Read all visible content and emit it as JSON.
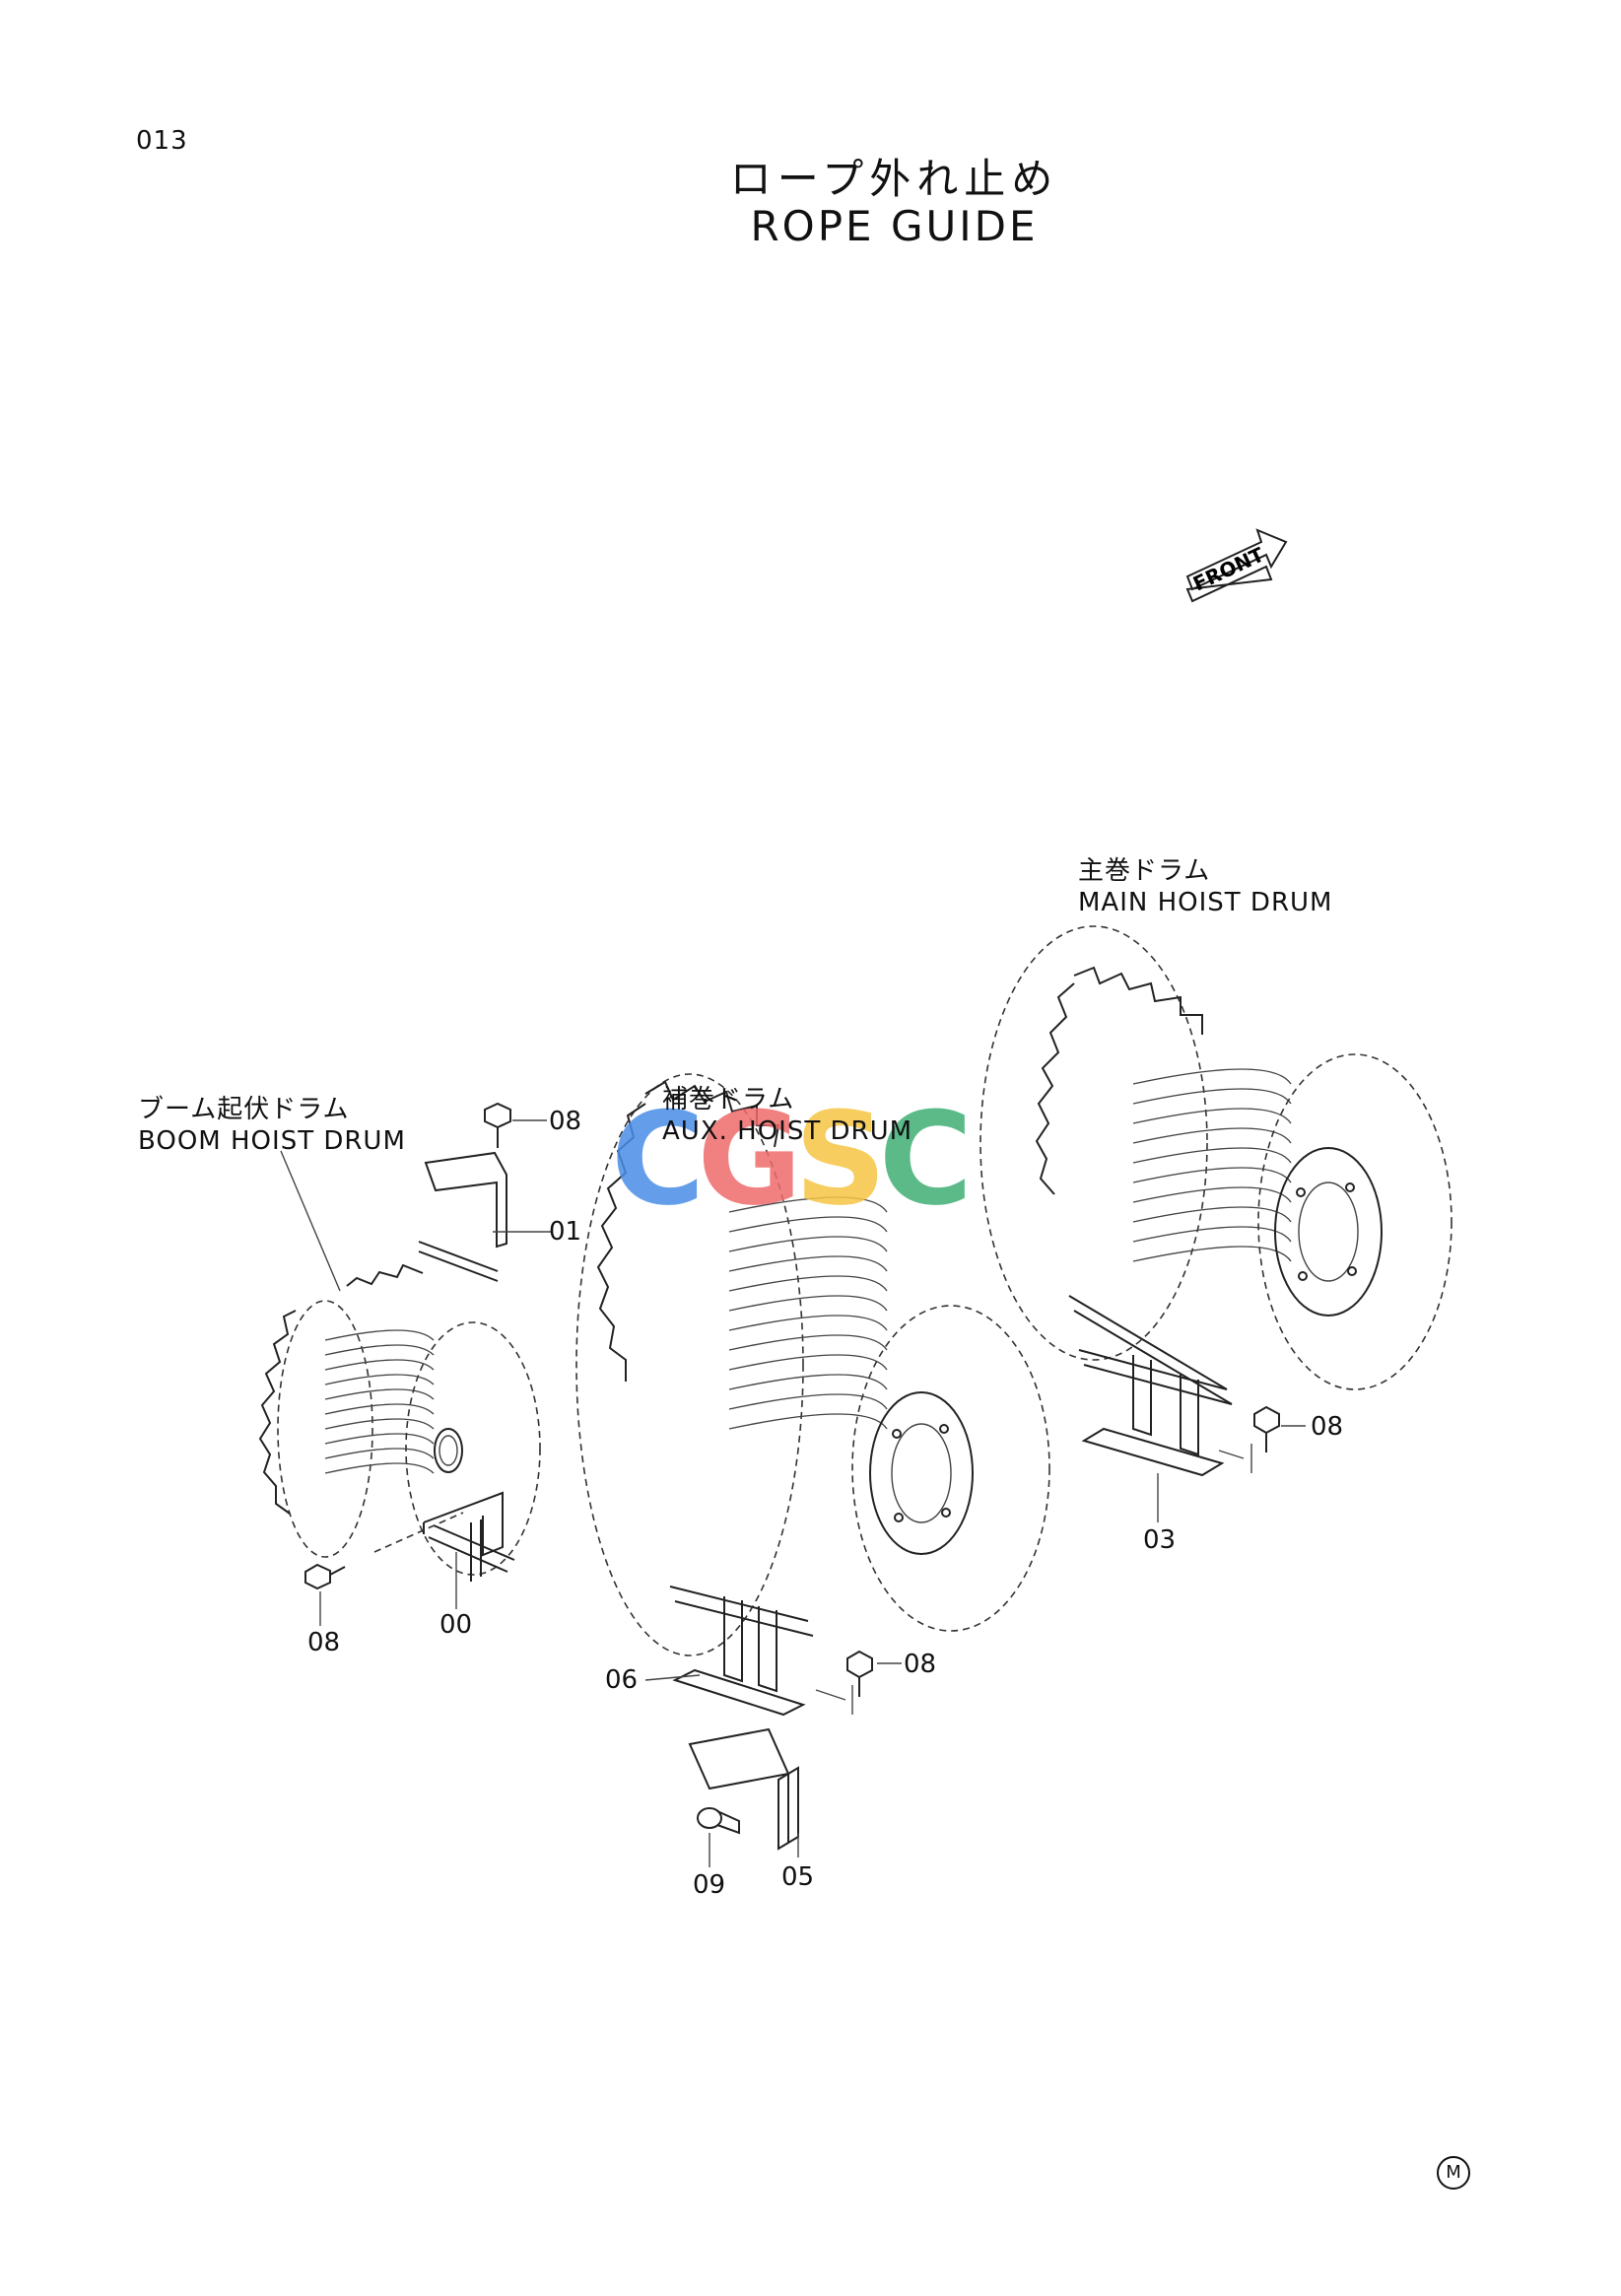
{
  "page": {
    "number": "013"
  },
  "title": {
    "jp": "ロープ外れ止め",
    "en": "ROPE GUIDE"
  },
  "front_arrow": {
    "label": "FRONT"
  },
  "drums": {
    "boom": {
      "jp": "ブーム起伏ドラム",
      "en": "BOOM HOIST DRUM"
    },
    "aux": {
      "jp": "補巻ドラム",
      "en": "AUX. HOIST DRUM"
    },
    "main": {
      "jp": "主巻ドラム",
      "en": "MAIN HOIST DRUM"
    }
  },
  "callouts": {
    "c08_top": "08",
    "c01": "01",
    "c08_left": "08",
    "c00": "00",
    "c06": "06",
    "c08_mid": "08",
    "c09": "09",
    "c05": "05",
    "c03": "03",
    "c08_right": "08"
  },
  "watermark": {
    "letters": [
      "C",
      "G",
      "S",
      "C"
    ],
    "colors": [
      "#4a8de6",
      "#ef6b6b",
      "#f5c542",
      "#3fae74"
    ]
  },
  "corner_mark": "M"
}
